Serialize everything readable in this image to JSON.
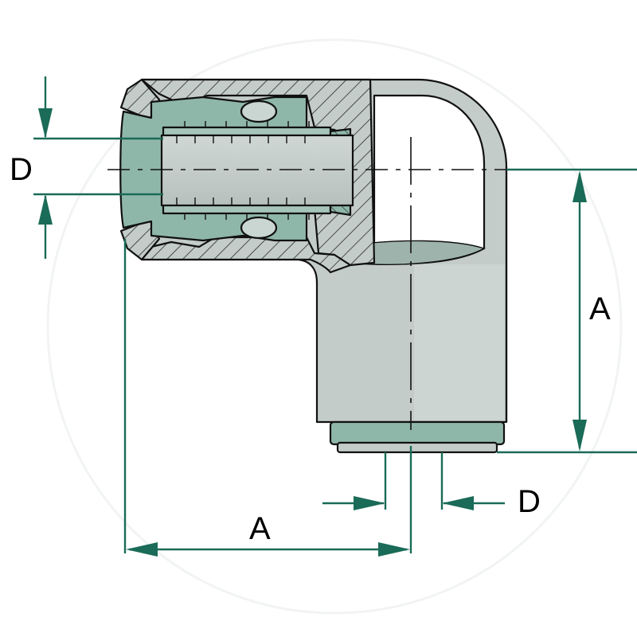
{
  "diagram": {
    "colors": {
      "body": "#c3ccc9",
      "body_light": "#d4dbd9",
      "body_dark": "#a9b4b0",
      "insert": "#8fb7a9",
      "insert_dark": "#6e9c8e",
      "seal": "#5c8c7c",
      "dimension": "#1a6b57",
      "outline": "#111111",
      "hatch": "#2a2a2a"
    },
    "labels": {
      "left_d": "D",
      "right_a": "A",
      "bottom_d": "D",
      "bottom_a": "A"
    }
  }
}
